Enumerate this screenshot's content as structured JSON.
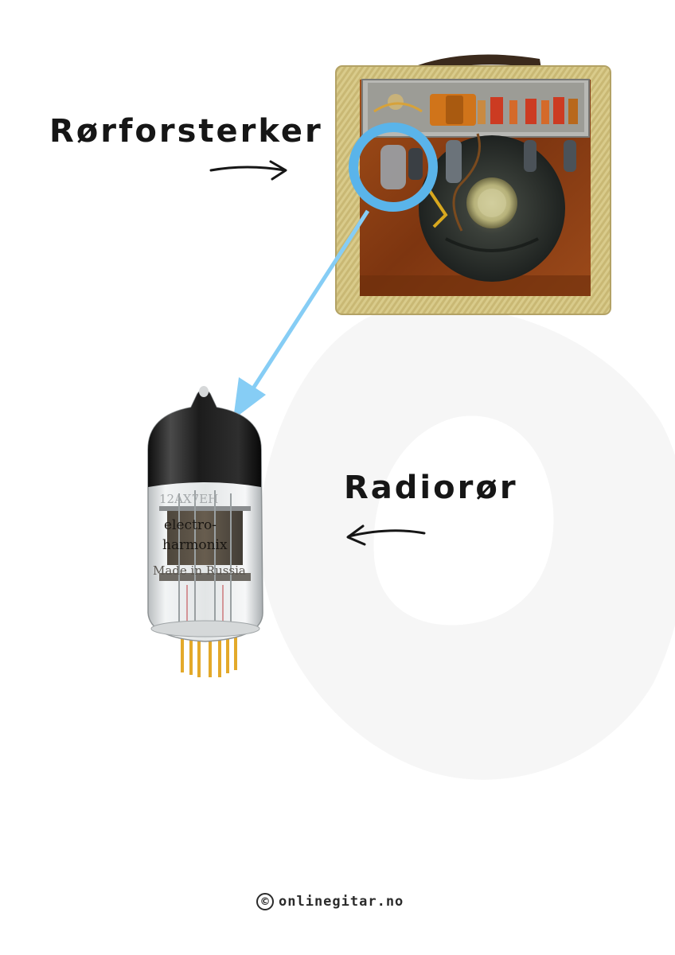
{
  "labels": {
    "amplifier": "Rørforsterker",
    "tube": "Radiorør"
  },
  "footer": {
    "copyright_symbol": "©",
    "site": "onlinegitar.no"
  },
  "tube_print": {
    "line1": "12AX7EH",
    "line2": "electro-",
    "line3": "harmonix",
    "line4": "Made in Russia"
  },
  "colors": {
    "highlight_circle": "#5ab4ea",
    "pointer_arrow": "#86cdf5",
    "tweed": "#d8c987",
    "cabinet_wood": "#8a3f12",
    "speaker": "#2f3531",
    "background_shape": "#f6f6f6",
    "text": "#161616"
  }
}
